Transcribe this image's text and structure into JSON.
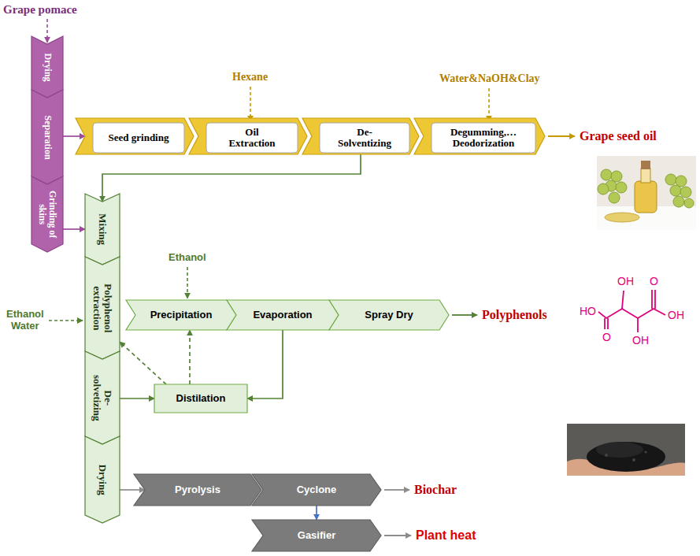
{
  "diagram": {
    "nodes": [
      {
        "text": [
          "Drying"
        ]
      },
      {
        "text": [
          "Separation"
        ]
      },
      {
        "text": [
          "Grinding of skins"
        ]
      },
      {
        "text": [
          "Seed grinding"
        ]
      },
      {
        "text": [
          "Oil Extraction"
        ]
      },
      {
        "text": [
          "De- Solventizing"
        ]
      },
      {
        "text": [
          "Degumming,… Deodorization"
        ]
      },
      {
        "text": [
          "Mixing"
        ]
      },
      {
        "text": [
          "Polyphenol extraction"
        ]
      },
      {
        "text": [
          "Precipitation"
        ]
      },
      {
        "text": [
          "Evaporation"
        ]
      },
      {
        "text": [
          "Spray Dry"
        ]
      },
      {
        "text": [
          "De- solvetizing"
        ]
      },
      {
        "text": [
          "Distilation"
        ]
      },
      {
        "text": [
          "Drying"
        ]
      },
      {
        "text": [
          "Pyrolysis"
        ]
      },
      {
        "text": [
          "Cyclone"
        ]
      },
      {
        "text": [
          "Gasifier"
        ]
      }
    ],
    "edges": [
      {
        "from": 1,
        "to": 3,
        "arrow": "to"
      },
      {
        "from": 2,
        "to": 7,
        "arrow": "to"
      },
      {
        "from": 5,
        "to": 7,
        "arrow": "to"
      },
      {
        "from": 10,
        "to": 13,
        "arrow": "to"
      },
      {
        "from": 12,
        "to": 13,
        "arrow": "to"
      },
      {
        "from": 13,
        "to": 8,
        "arrow": "to"
      },
      {
        "from": 13,
        "to": 9,
        "arrow": "to"
      },
      {
        "from": 14,
        "to": 15,
        "arrow": "to"
      },
      {
        "from": 16,
        "to": 17,
        "arrow": "to"
      }
    ],
    "labels": [
      "Grape pomace",
      "Hexane",
      "Water&NaOH&Clay",
      "Grape seed oil",
      "Ethanol",
      "Ethanol Water",
      "Polyphenols",
      "OH",
      "O",
      "HO",
      "OH",
      "O",
      "OH",
      "Biochar",
      "Plant heat"
    ]
  }
}
